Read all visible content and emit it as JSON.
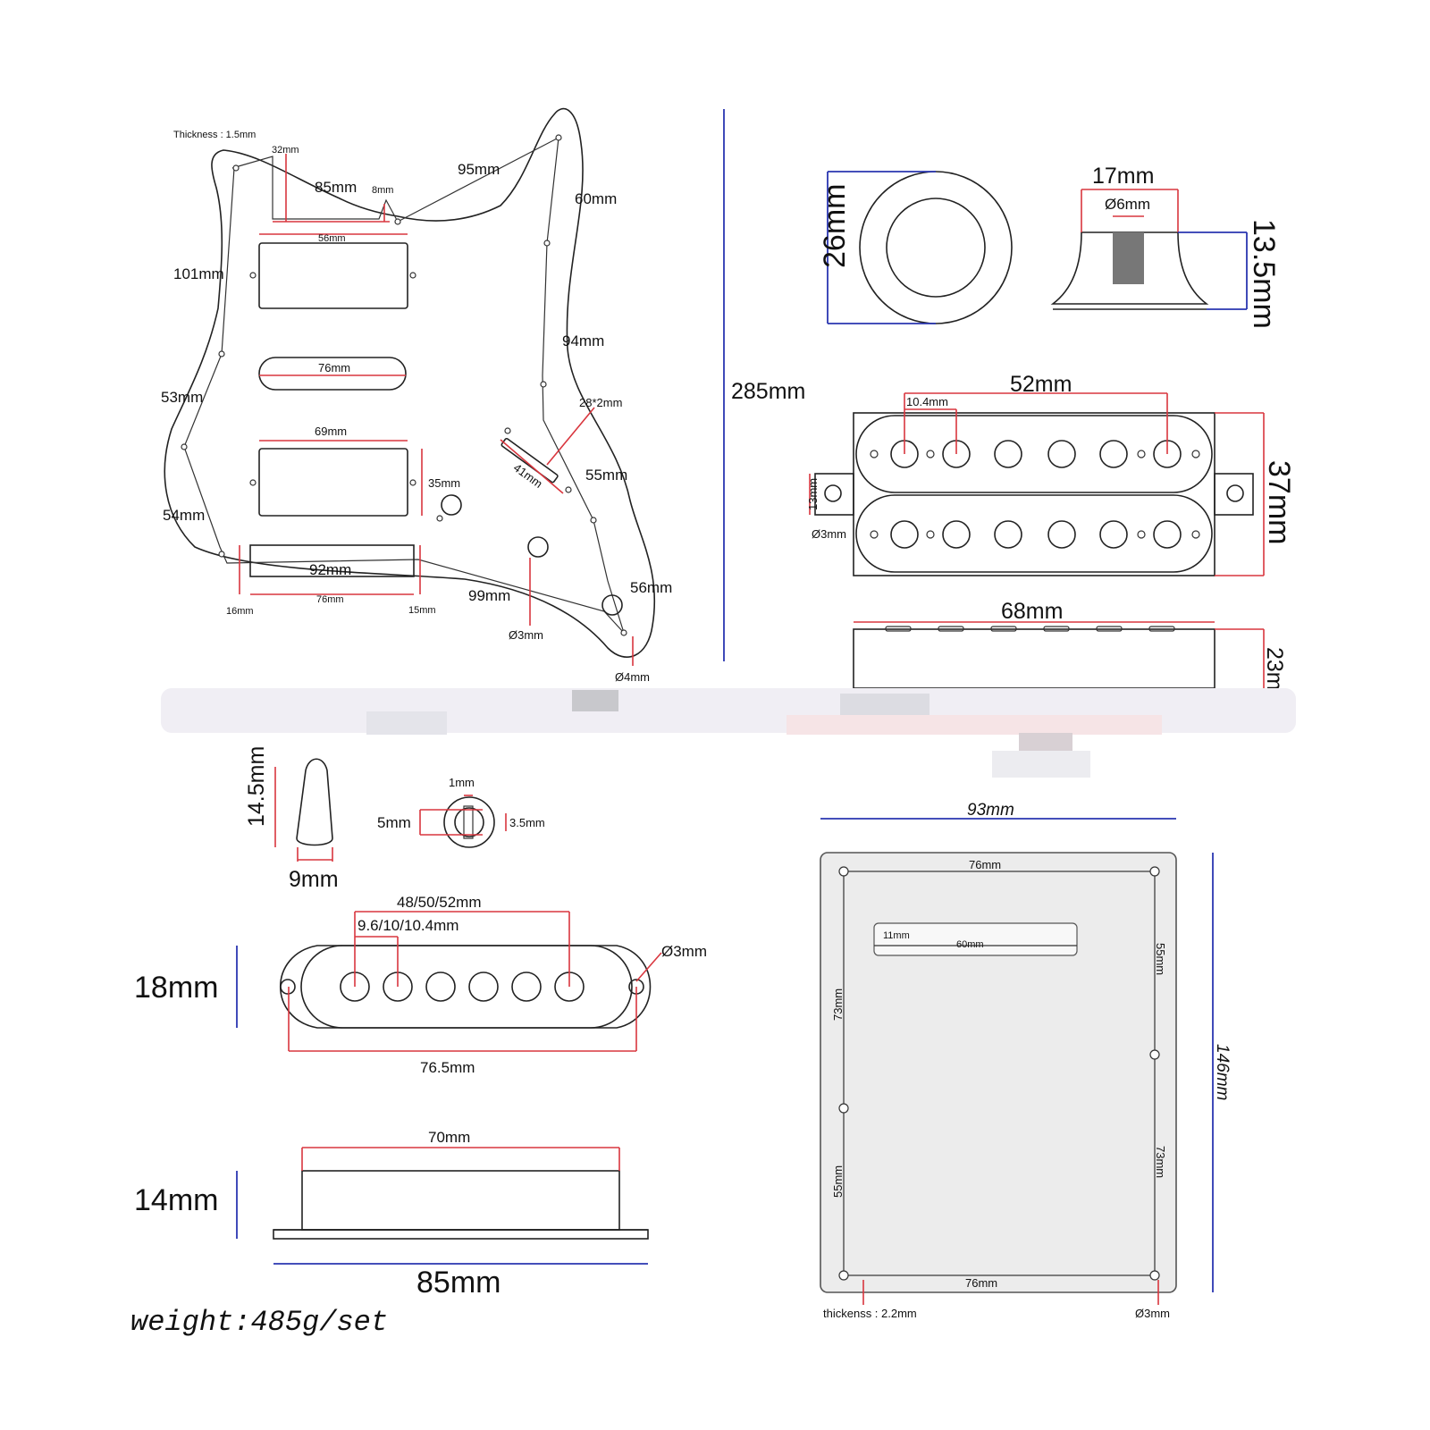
{
  "pickguard": {
    "thickness": "Thickness : 1.5mm",
    "d32": "32mm",
    "d85": "85mm",
    "d8": "8mm",
    "d95": "95mm",
    "d60": "60mm",
    "d56": "56mm",
    "d101": "101mm",
    "d94": "94mm",
    "d76a": "76mm",
    "d53": "53mm",
    "d28x2": "28*2mm",
    "d69": "69mm",
    "d41": "41mm",
    "d55": "55mm",
    "d35": "35mm",
    "d54": "54mm",
    "d92": "92mm",
    "d16": "16mm",
    "d76b": "76mm",
    "d15": "15mm",
    "d99": "99mm",
    "d56b": "56mm",
    "d3": "Ø3mm",
    "d4": "Ø4mm"
  },
  "height_total": "285mm",
  "knob": {
    "d26": "26mm",
    "d17": "17mm",
    "d6": "Ø6mm",
    "d13_5": "13.5mm"
  },
  "humbucker": {
    "d52": "52mm",
    "d10_4": "10.4mm",
    "d37": "37mm",
    "d13": "13mm",
    "d3": "Ø3mm",
    "d68": "68mm",
    "d23": "23m"
  },
  "switch_tip": {
    "d14_5": "14.5mm",
    "d9": "9mm",
    "d1": "1mm",
    "d5": "5mm",
    "d3_5": "3.5mm"
  },
  "single_coil": {
    "spacing": "48/50/52mm",
    "pole": "9.6/10/10.4mm",
    "hole": "Ø3mm",
    "d18": "18mm",
    "d76_5": "76.5mm",
    "d70": "70mm",
    "d14": "14mm",
    "d85": "85mm"
  },
  "back_plate": {
    "d93": "93mm",
    "d76a": "76mm",
    "d11": "11mm",
    "d60": "60mm",
    "d55a": "55mm",
    "d73a": "73mm",
    "d146": "146mm",
    "d73b": "73mm",
    "d55b": "55mm",
    "d76b": "76mm",
    "thickness": "thickenss : 2.2mm",
    "hole": "Ø3mm"
  },
  "weight": "weight:485g/set"
}
